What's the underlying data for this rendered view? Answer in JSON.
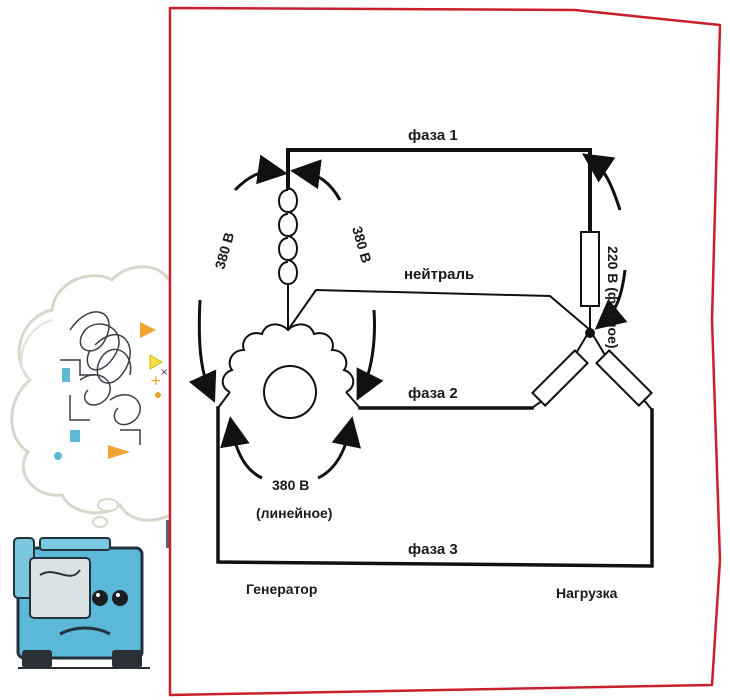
{
  "diagram": {
    "phase1_label": "фаза 1",
    "neutral_label": "нейтраль",
    "phase2_label": "фаза 2",
    "phase3_label": "фаза 3",
    "voltage_phase_label": "220 В (фазное)",
    "voltage_line_left_label": "380 В",
    "voltage_line_mid_label": "380 В",
    "voltage_line_bottom_label": "380 В",
    "voltage_line_bottom_sub": "(линейное)",
    "generator_label": "Генератор",
    "load_label": "Нагрузка"
  },
  "illustration": {
    "description_icon": "generator-thought-cloud-icon",
    "colors": {
      "generator_body": "#5bb8d6",
      "cloud_outline": "#d9d6cc",
      "accent_orange": "#f0a232",
      "accent_yellow": "#f6e24a",
      "frame_red": "#c8202c"
    }
  }
}
